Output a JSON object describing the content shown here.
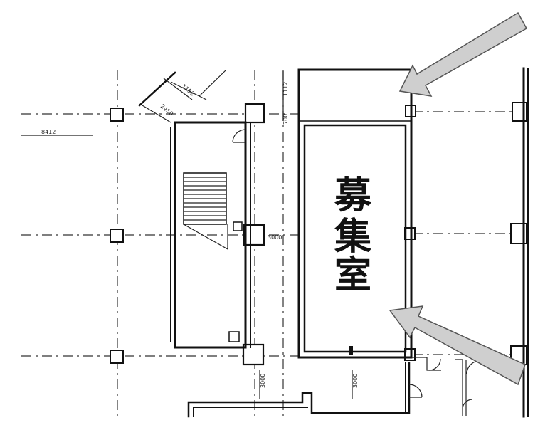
{
  "room": {
    "label_chars": [
      "募",
      "集",
      "室"
    ]
  },
  "dimensions": {
    "left_axis": "8412",
    "mid": "3000",
    "bottom_a": "3000",
    "bottom_b": "3000",
    "top_a": "700",
    "top_b": "1112",
    "stair_top": "1152",
    "stair_small": "2450"
  },
  "colors": {
    "line": "#111111",
    "arrow_fill": "#cfcfcf",
    "background": "#ffffff"
  },
  "icons": [
    "column-icon",
    "door-swing-icon",
    "arrow-icon",
    "stair-icon"
  ]
}
